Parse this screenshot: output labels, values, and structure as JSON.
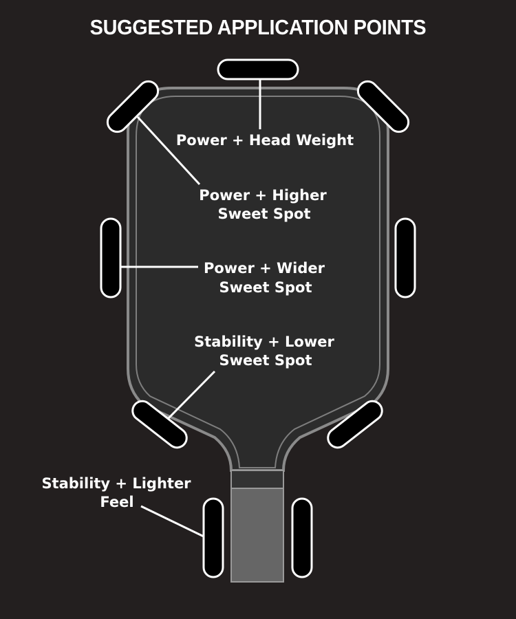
{
  "title": "SUGGESTED APPLICATION POINTS",
  "labels": {
    "head_weight": "Power + Head Weight",
    "higher_line1": "Power + Higher",
    "higher_line2": "Sweet Spot",
    "wider_line1": "Power + Wider",
    "wider_line2": "Sweet Spot",
    "lower_line1": "Stability + Lower",
    "lower_line2": "Sweet Spot",
    "lighter_line1": "Stability + Lighter",
    "lighter_line2": "Feel"
  },
  "colors": {
    "background": "#231f1f",
    "paddle_face": "#2c2c2c",
    "paddle_edge": "#8a8a8a",
    "handle": "#666666",
    "tape_fill": "#000000",
    "tape_outline": "#ffffff",
    "text": "#ffffff"
  }
}
